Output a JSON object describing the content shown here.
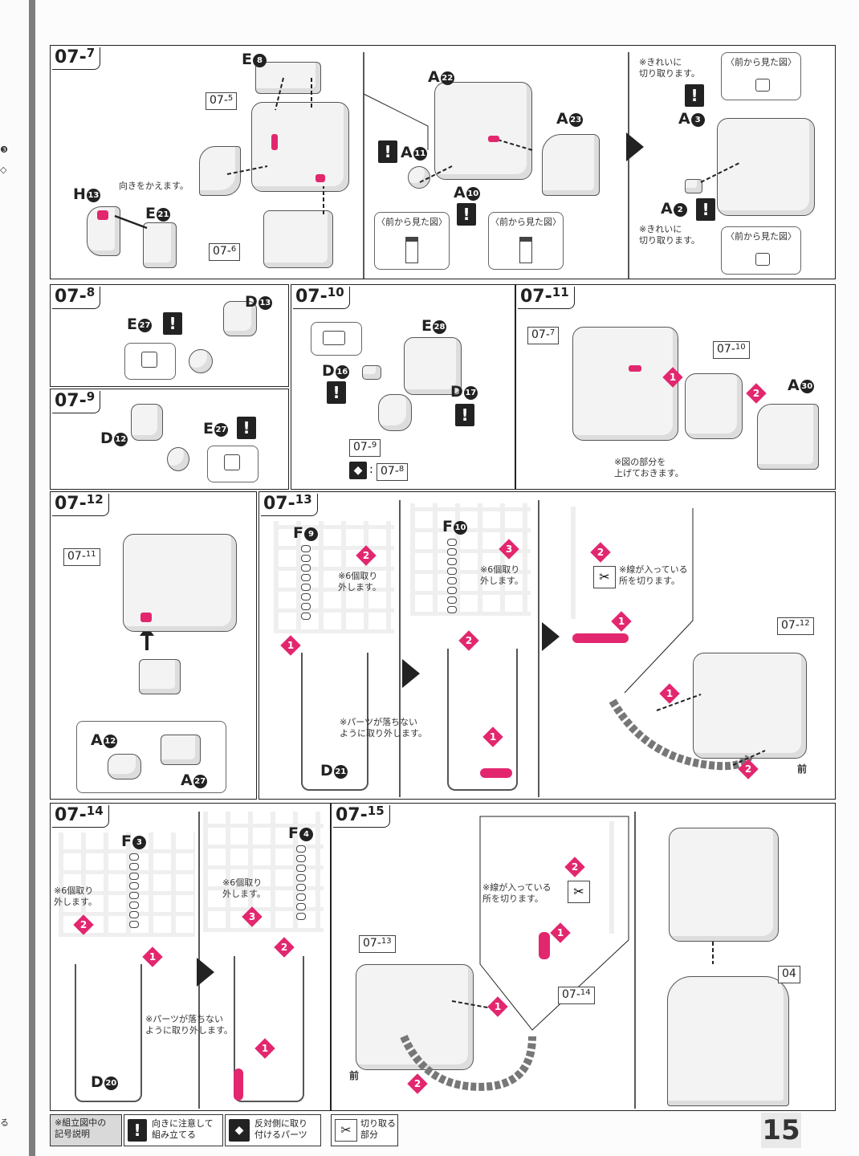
{
  "page_number": "15",
  "steps": {
    "s07_7": {
      "main": "07",
      "sub": "7"
    },
    "s07_8": {
      "main": "07",
      "sub": "8"
    },
    "s07_9": {
      "main": "07",
      "sub": "9"
    },
    "s07_10": {
      "main": "07",
      "sub": "10"
    },
    "s07_11": {
      "main": "07",
      "sub": "11"
    },
    "s07_12": {
      "main": "07",
      "sub": "12"
    },
    "s07_13": {
      "main": "07",
      "sub": "13"
    },
    "s07_14": {
      "main": "07",
      "sub": "14"
    },
    "s07_15": {
      "main": "07",
      "sub": "15"
    }
  },
  "parts": {
    "E8": {
      "letter": "E",
      "num": "8"
    },
    "A22": {
      "letter": "A",
      "num": "22"
    },
    "A23": {
      "letter": "A",
      "num": "23"
    },
    "A11": {
      "letter": "A",
      "num": "11"
    },
    "A10": {
      "letter": "A",
      "num": "10"
    },
    "A3": {
      "letter": "A",
      "num": "3"
    },
    "A2": {
      "letter": "A",
      "num": "2"
    },
    "H13": {
      "letter": "H",
      "num": "13"
    },
    "E21": {
      "letter": "E",
      "num": "21"
    },
    "D13": {
      "letter": "D",
      "num": "13"
    },
    "E27a": {
      "letter": "E",
      "num": "27"
    },
    "E27b": {
      "letter": "E",
      "num": "27"
    },
    "D12": {
      "letter": "D",
      "num": "12"
    },
    "E28": {
      "letter": "E",
      "num": "28"
    },
    "D16": {
      "letter": "D",
      "num": "16"
    },
    "D17": {
      "letter": "D",
      "num": "17"
    },
    "A30": {
      "letter": "A",
      "num": "30"
    },
    "A12": {
      "letter": "A",
      "num": "12"
    },
    "A27": {
      "letter": "A",
      "num": "27"
    },
    "F9": {
      "letter": "F",
      "num": "9"
    },
    "F10": {
      "letter": "F",
      "num": "10"
    },
    "D21": {
      "letter": "D",
      "num": "21"
    },
    "F3": {
      "letter": "F",
      "num": "3"
    },
    "F4": {
      "letter": "F",
      "num": "4"
    },
    "D20": {
      "letter": "D",
      "num": "20"
    }
  },
  "refs": {
    "r07_5": {
      "main": "07-",
      "sub": "5"
    },
    "r07_6": {
      "main": "07-",
      "sub": "6"
    },
    "r07_9": {
      "main": "07-",
      "sub": "9"
    },
    "r07_8": {
      "main": "07-",
      "sub": "8"
    },
    "r07_7": {
      "main": "07-",
      "sub": "7"
    },
    "r07_10": {
      "main": "07-",
      "sub": "10"
    },
    "r07_11": {
      "main": "07-",
      "sub": "11"
    },
    "r07_12": {
      "main": "07-",
      "sub": "12"
    },
    "r07_13": {
      "main": "07-",
      "sub": "13"
    },
    "r07_14": {
      "main": "07-",
      "sub": "14"
    },
    "r04": {
      "main": "04",
      "sub": ""
    }
  },
  "notes": {
    "turn_around": "向きをかえます。",
    "front_view": "〈前から見た図〉",
    "cut_cleanly": "※きれいに\n切り取ります。",
    "raise_part": "※図の部分を\n上げておきます。",
    "remove_six": "※6個取り\n外します。",
    "cut_line": "※線が入っている\n所を切ります。",
    "dont_drop": "※パーツが落ちない\nように取り外します。",
    "front": "前",
    "colon": ":"
  },
  "numbers": {
    "one": "1",
    "two": "2",
    "three": "3"
  },
  "warning_mark": "!",
  "legend": {
    "title": "※組立図中の\n記号説明",
    "attention": "向きに注意して\n組み立てる",
    "opposite": "反対側に取り\n付けるパーツ",
    "cut": "切り取る\n部分"
  },
  "prev_page_fragments": [
    "❸",
    "◇",
    "る"
  ]
}
